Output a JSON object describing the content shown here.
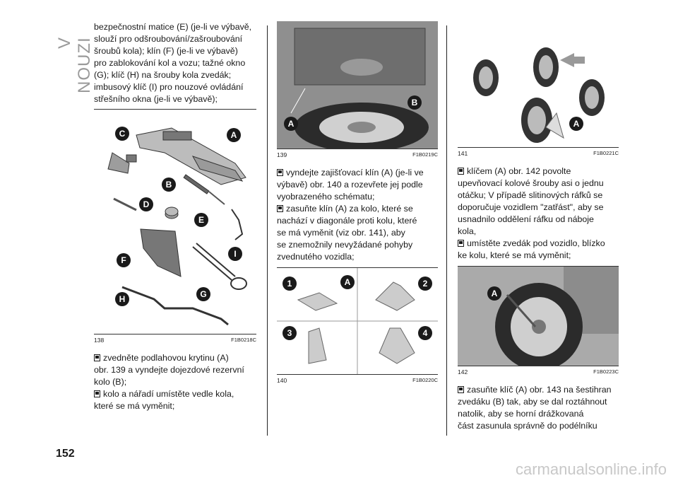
{
  "section_title": "V NOUZI",
  "page_number": "152",
  "watermark": "carmanualsonline.info",
  "col1": {
    "intro_lines": [
      "bezpečnostní matice (E) (je-li ve výbavě,",
      "slouží pro odšroubování/zašroubování",
      "šroubů kola); klín (F) (je-li ve výbavě)",
      "pro zablokování kol a vozu; tažné okno",
      "(G); klíč (H) na šrouby kola zvedák;",
      "imbusový klíč (I) pro nouzové ovládání",
      "střešního okna (je-li ve výbavě);"
    ],
    "fig_number": "138",
    "fig_code": "F1B0218C",
    "fig_labels": [
      "A",
      "B",
      "C",
      "D",
      "E",
      "F",
      "G",
      "H",
      "I"
    ],
    "step1_lines": [
      "zvedněte podlahovou krytinu (A)",
      "obr. 139 a vyndejte dojezdové rezervní",
      "kolo (B);"
    ],
    "step2_lines": [
      "kolo a nářadí umístěte vedle kola,",
      "které se má vyměnit;"
    ]
  },
  "col2": {
    "fig_number": "139",
    "fig_code": "F1B0219C",
    "fig_labels": [
      "A",
      "B"
    ],
    "step1_lines": [
      "vyndejte zajišťovací klín (A) (je-li ve",
      "výbavě) obr. 140 a rozevřete jej podle",
      "vyobrazeného schématu;"
    ],
    "step2_lines": [
      "zasuňte klín (A) za kolo, které se",
      "nachází v diagonále proti kolu, které",
      "se má vyměnit (viz obr. 141), aby",
      "se znemožnily nevyžádané pohyby",
      "zvednutého vozidla;"
    ],
    "fig2_number": "140",
    "fig2_code": "F1B0220C",
    "fig2_labels": [
      "1",
      "A",
      "2",
      "3",
      "4"
    ]
  },
  "col3": {
    "fig_number": "141",
    "fig_code": "F1B0221C",
    "fig_label": "A",
    "step1_lines": [
      "klíčem (A) obr. 142 povolte",
      "upevňovací kolové šrouby asi o jednu",
      "otáčku; V případě slitinových ráfků se",
      "doporučuje vozidlem \"zatřást\", aby se",
      "usnadnilo oddělení ráfku od náboje",
      "kola,"
    ],
    "step2_lines": [
      "umístěte zvedák pod vozidlo, blízko",
      "ke kolu, které se má vyměnit;"
    ],
    "fig2_number": "142",
    "fig2_code": "F1B0223C",
    "fig2_label": "A",
    "step3_lines": [
      "zasuňte klíč (A) obr. 143 na šestihran",
      "zvedáku (B) tak, aby se dal roztáhnout",
      "natolik, aby se horní drážkovaná",
      "část zasunula správně do podélníku"
    ]
  },
  "colors": {
    "marker": "#1a1a1a",
    "rule": "#222222",
    "section_title": "#9a9a9a"
  }
}
